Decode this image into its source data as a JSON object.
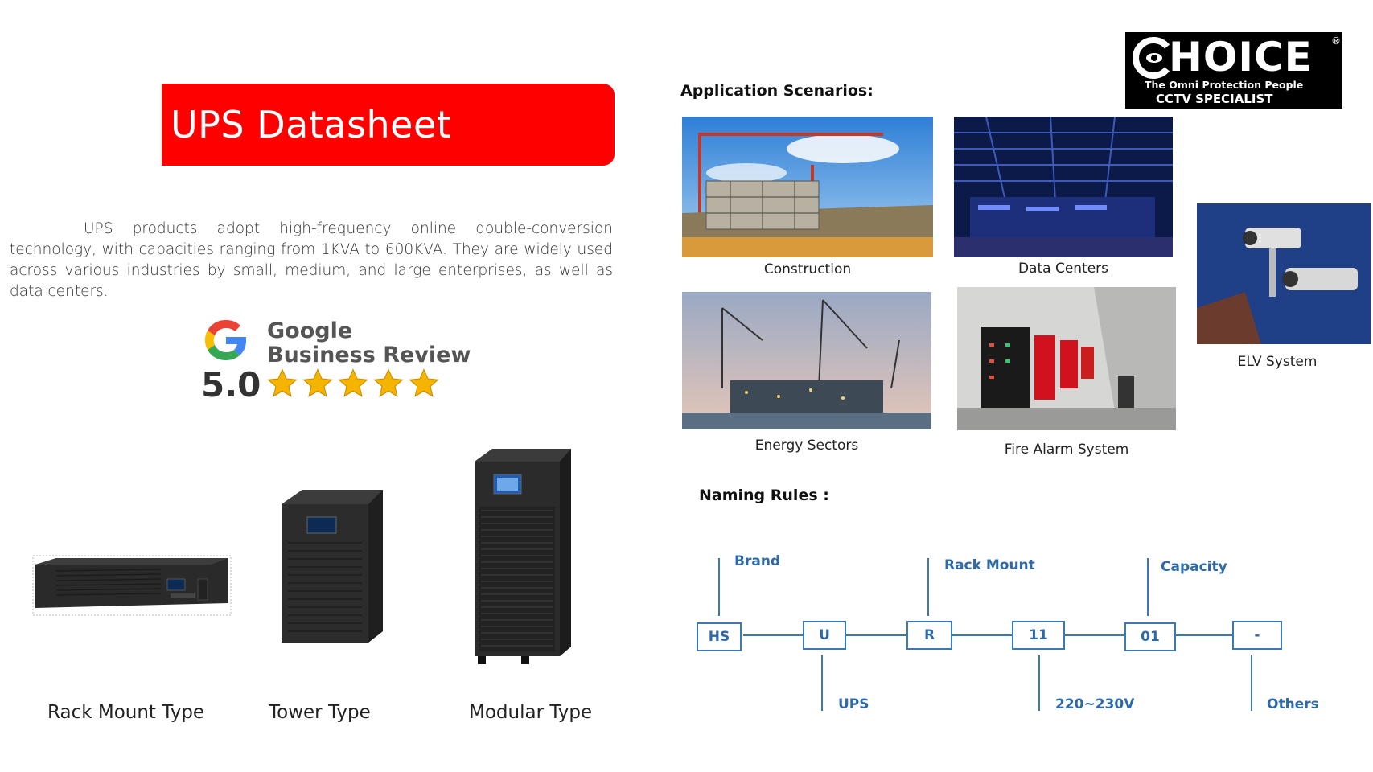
{
  "title": "UPS Datasheet",
  "description": "UPS products adopt high-frequency online double-conversion technology, with capacities ranging from 1KVA to 600KVA. They are widely used across various industries by small, medium, and large enterprises, as well as data centers.",
  "review": {
    "brand": "Google",
    "subtitle": "Business Review",
    "rating": "5.0",
    "stars": 5
  },
  "products": [
    {
      "label": "Rack Mount Type"
    },
    {
      "label": "Tower Type"
    },
    {
      "label": "Modular Type"
    }
  ],
  "logo": {
    "name": "HOICE",
    "tagline": "The Omni Protection People",
    "specialist": "CCTV SPECIALIST"
  },
  "application": {
    "heading": "Application Scenarios:",
    "items": [
      {
        "caption": "Construction"
      },
      {
        "caption": "Data Centers"
      },
      {
        "caption": "ELV System"
      },
      {
        "caption": "Energy Sectors"
      },
      {
        "caption": "Fire Alarm System"
      }
    ]
  },
  "naming": {
    "heading": "Naming Rules :",
    "codes": [
      "HS",
      "U",
      "R",
      "11",
      "01",
      "-"
    ],
    "top_labels": [
      "Brand",
      "Rack Mount",
      "Capacity"
    ],
    "bottom_labels": [
      "UPS",
      "220~230V",
      "Others"
    ]
  },
  "colors": {
    "banner": "#fe0000",
    "diagram": "#3a78b8",
    "star": "#f5b400"
  }
}
